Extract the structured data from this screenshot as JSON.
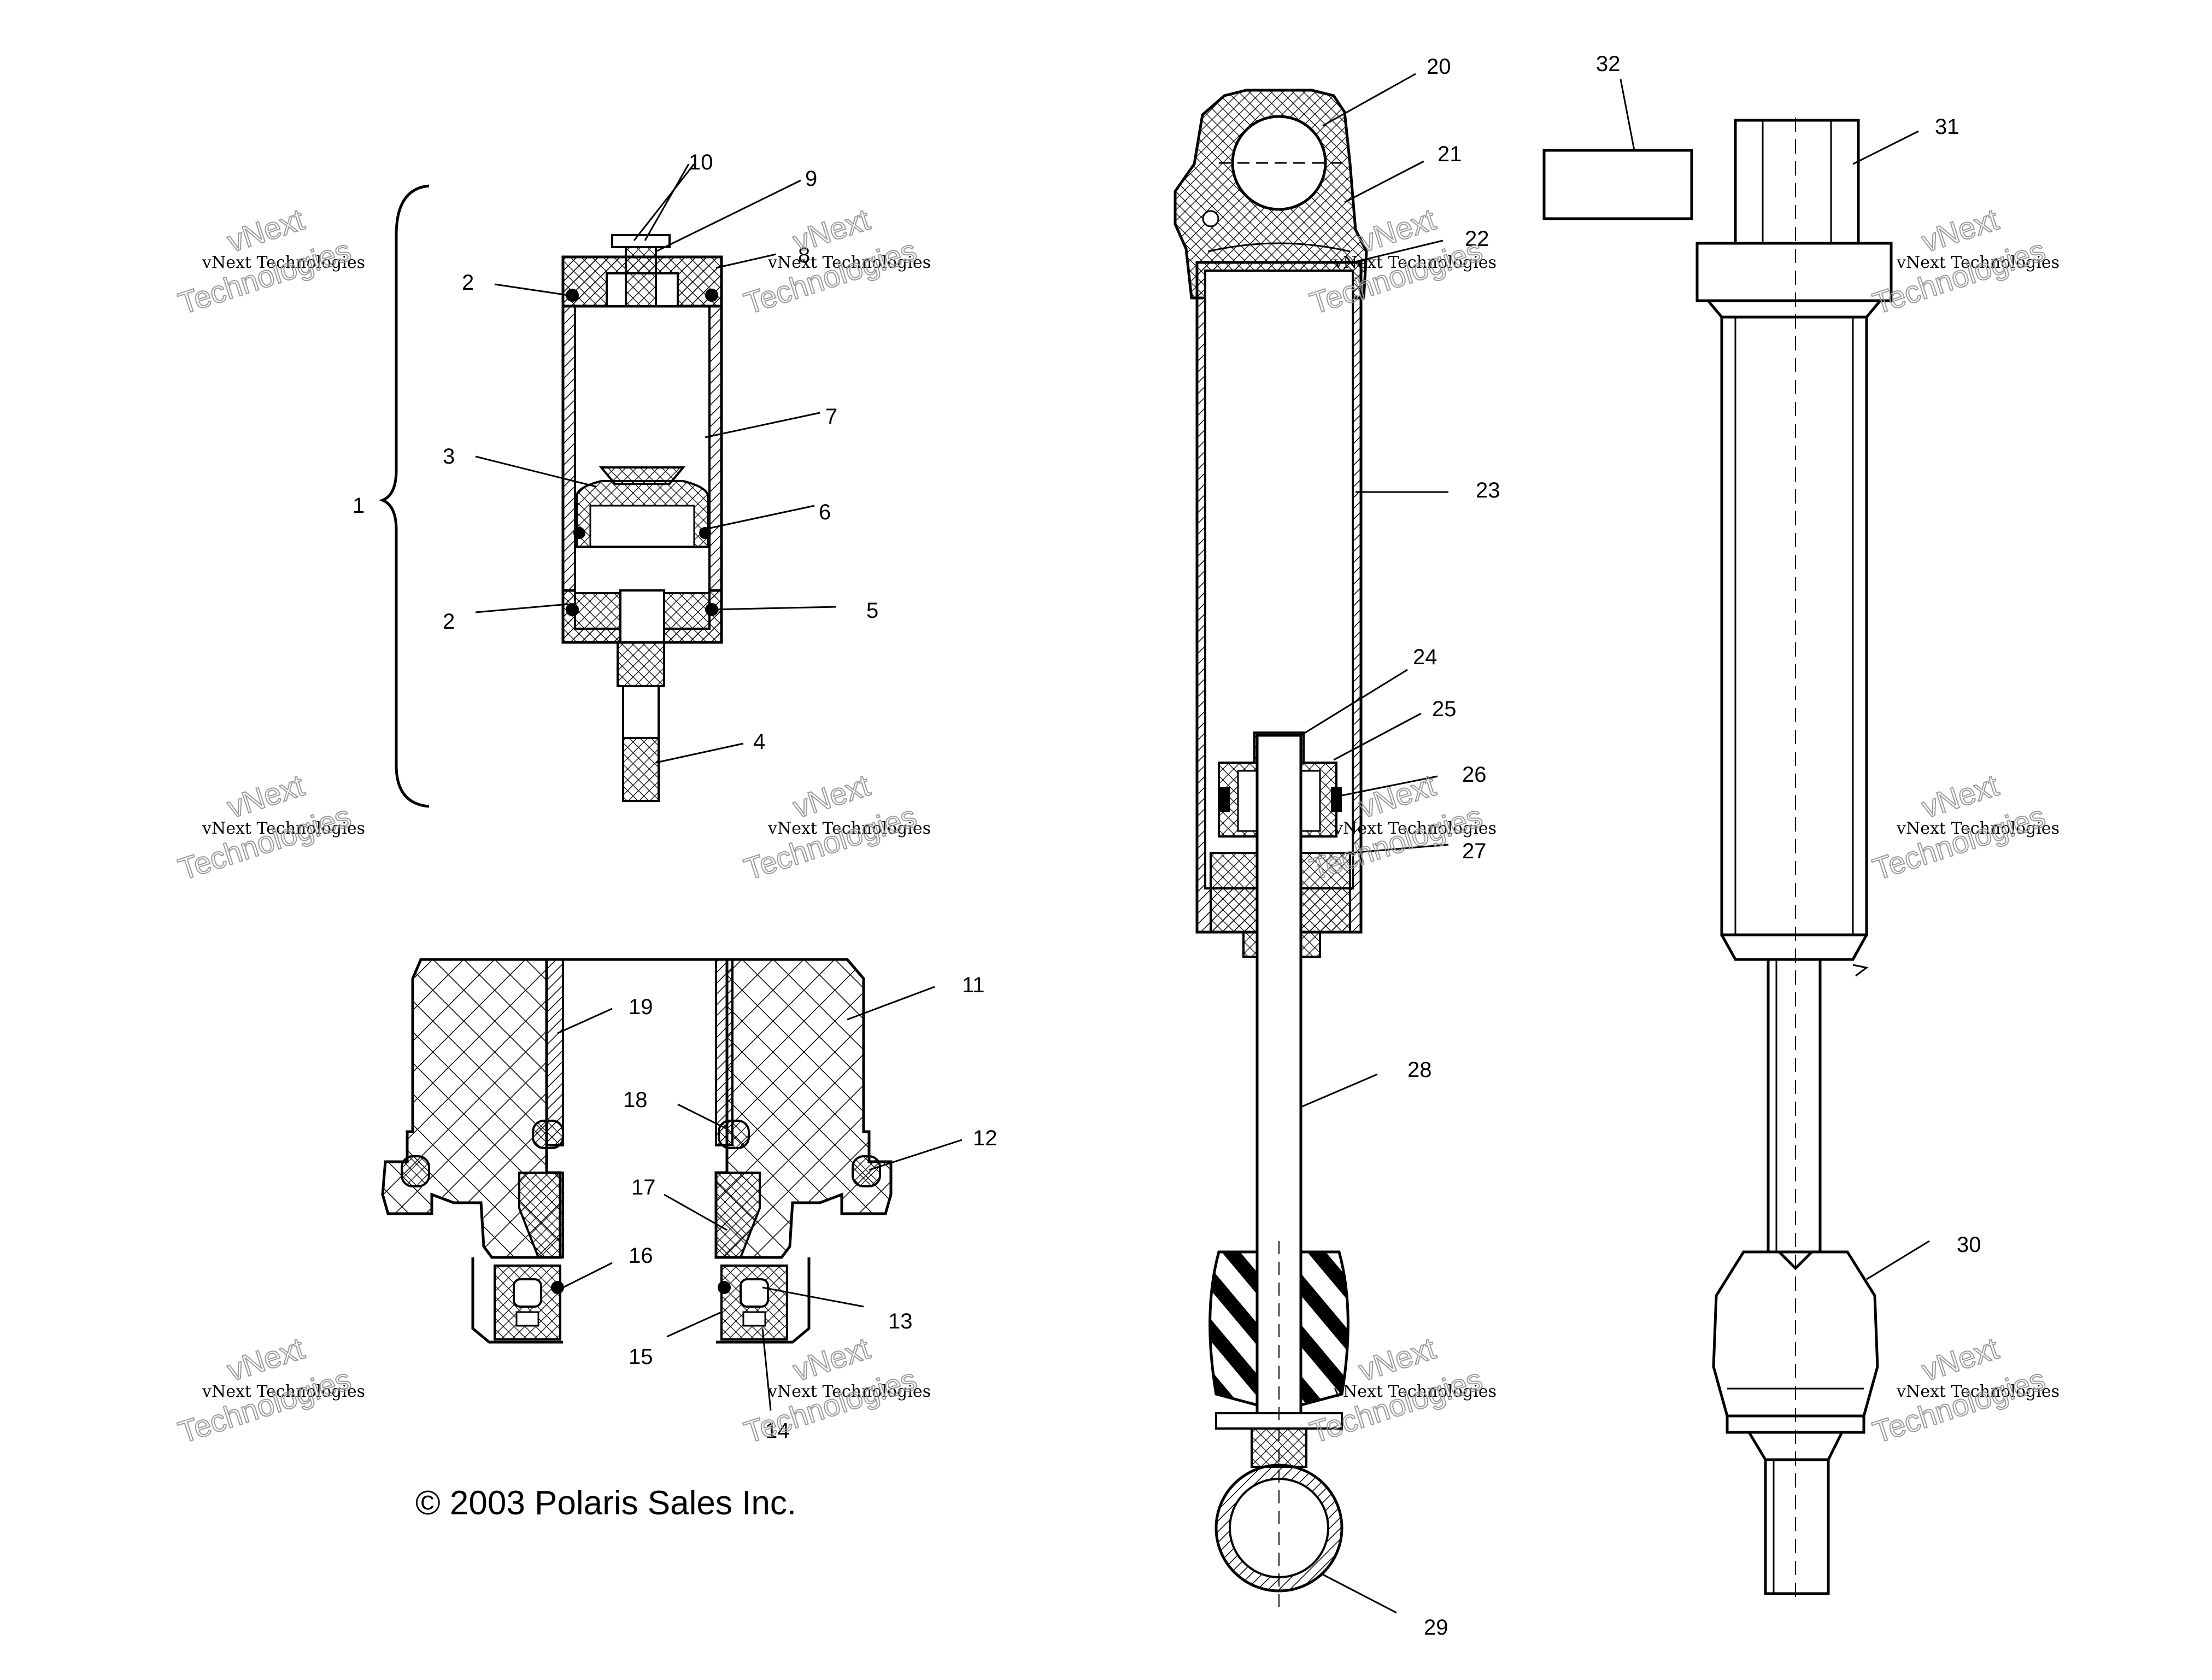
{
  "callouts": [
    {
      "id": "c1",
      "text": "1"
    },
    {
      "id": "c2a",
      "text": "2"
    },
    {
      "id": "c2b",
      "text": "2"
    },
    {
      "id": "c3",
      "text": "3"
    },
    {
      "id": "c4",
      "text": "4"
    },
    {
      "id": "c5",
      "text": "5"
    },
    {
      "id": "c6",
      "text": "6"
    },
    {
      "id": "c7",
      "text": "7"
    },
    {
      "id": "c8",
      "text": "8"
    },
    {
      "id": "c9",
      "text": "9"
    },
    {
      "id": "c10",
      "text": "10"
    },
    {
      "id": "c11",
      "text": "11"
    },
    {
      "id": "c12",
      "text": "12"
    },
    {
      "id": "c13",
      "text": "13"
    },
    {
      "id": "c14",
      "text": "14"
    },
    {
      "id": "c15",
      "text": "15"
    },
    {
      "id": "c16",
      "text": "16"
    },
    {
      "id": "c17",
      "text": "17"
    },
    {
      "id": "c18",
      "text": "18"
    },
    {
      "id": "c19",
      "text": "19"
    },
    {
      "id": "c20",
      "text": "20"
    },
    {
      "id": "c21",
      "text": "21"
    },
    {
      "id": "c22",
      "text": "22"
    },
    {
      "id": "c23",
      "text": "23"
    },
    {
      "id": "c24",
      "text": "24"
    },
    {
      "id": "c25",
      "text": "25"
    },
    {
      "id": "c26",
      "text": "26"
    },
    {
      "id": "c27",
      "text": "27"
    },
    {
      "id": "c28",
      "text": "28"
    },
    {
      "id": "c29",
      "text": "29"
    },
    {
      "id": "c30",
      "text": "30"
    },
    {
      "id": "c31",
      "text": "31"
    },
    {
      "id": "c32",
      "text": "32"
    }
  ],
  "copyright": "© 2003 Polaris Sales Inc.",
  "watermark": {
    "line1": "vNext Technologies",
    "line2a": "vNext",
    "line2b": "Technologies"
  }
}
